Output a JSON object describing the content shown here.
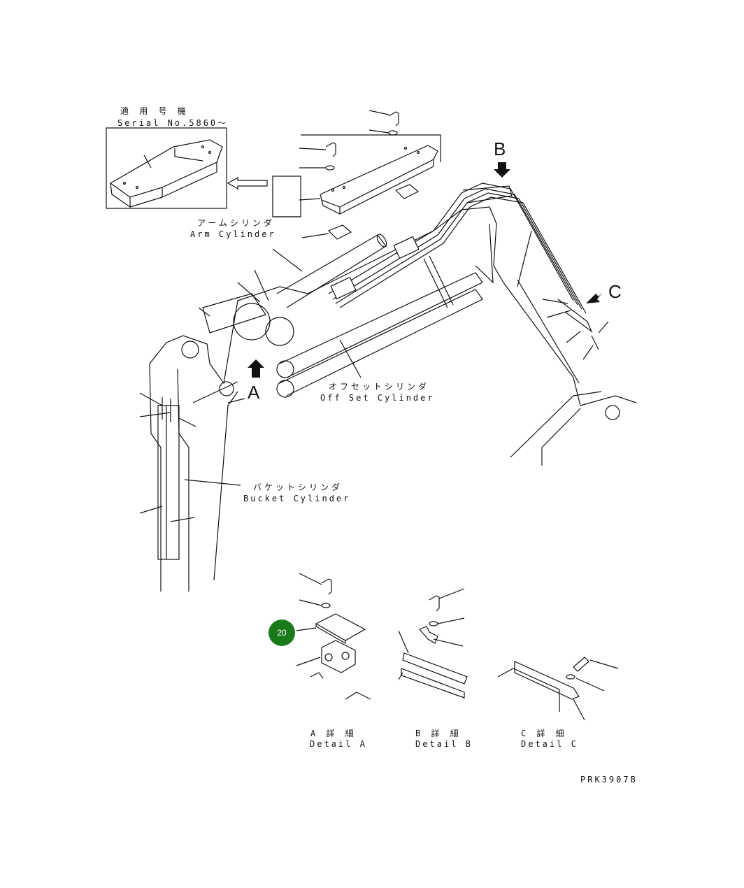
{
  "inset": {
    "title_jp": "適 用 号 機",
    "serial": "Serial No.5860～"
  },
  "labels": {
    "arm_cylinder_jp": "アームシリンダ",
    "arm_cylinder_en": "Arm Cylinder",
    "offset_cylinder_jp": "オフセットシリンダ",
    "offset_cylinder_en": "Off Set Cylinder",
    "bucket_cylinder_jp": "バケットシリンダ",
    "bucket_cylinder_en": "Bucket Cylinder",
    "view_a": "A",
    "view_b": "B",
    "view_c": "C"
  },
  "details": [
    {
      "jp": "A 詳 細",
      "en": "Detail A"
    },
    {
      "jp": "B 詳 細",
      "en": "Detail B"
    },
    {
      "jp": "C 詳 細",
      "en": "Detail C"
    }
  ],
  "callout": {
    "label": "20",
    "color": "#1a7a1a"
  },
  "drawing_code": "PRK3907B"
}
